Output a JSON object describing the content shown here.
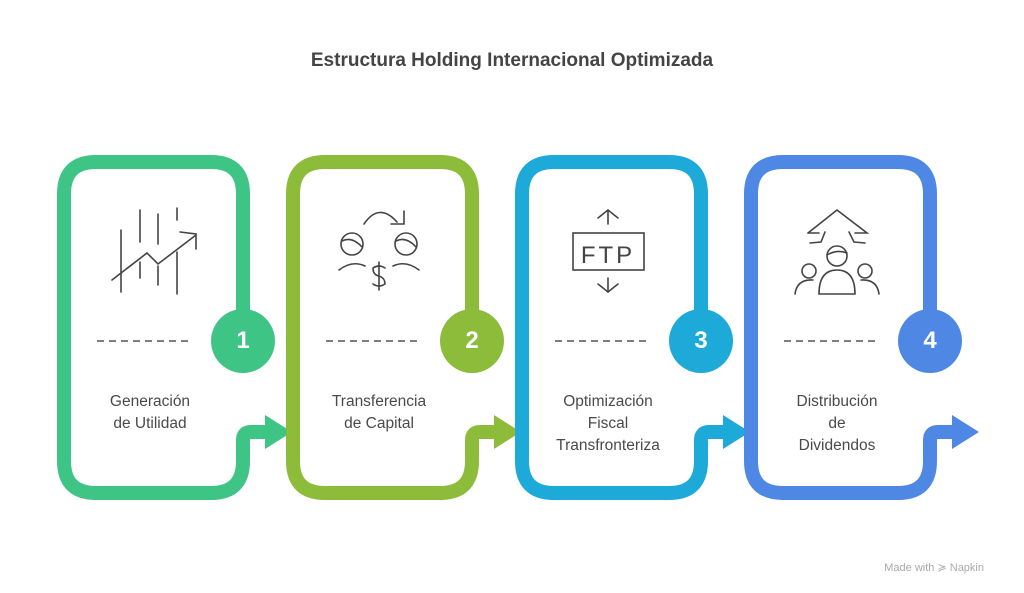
{
  "title": "Estructura Holding Internacional Optimizada",
  "steps": [
    {
      "number": "1",
      "label_lines": [
        "Generación",
        "de Utilidad"
      ],
      "color": "#3EC484",
      "icon": "growth-chart-icon"
    },
    {
      "number": "2",
      "label_lines": [
        "Transferencia",
        "de Capital"
      ],
      "color": "#8DBB3A",
      "icon": "money-transfer-icon"
    },
    {
      "number": "3",
      "label_lines": [
        "Optimización",
        "Fiscal",
        "Transfronteriza"
      ],
      "color": "#1DAAD9",
      "icon": "ftp-icon",
      "icon_text": "FTP"
    },
    {
      "number": "4",
      "label_lines": [
        "Distribución",
        "de",
        "Dividendos"
      ],
      "color": "#4F88E4",
      "icon": "dividend-distribution-icon"
    }
  ],
  "footer": {
    "text": "Made with",
    "brand": "Napkin"
  }
}
